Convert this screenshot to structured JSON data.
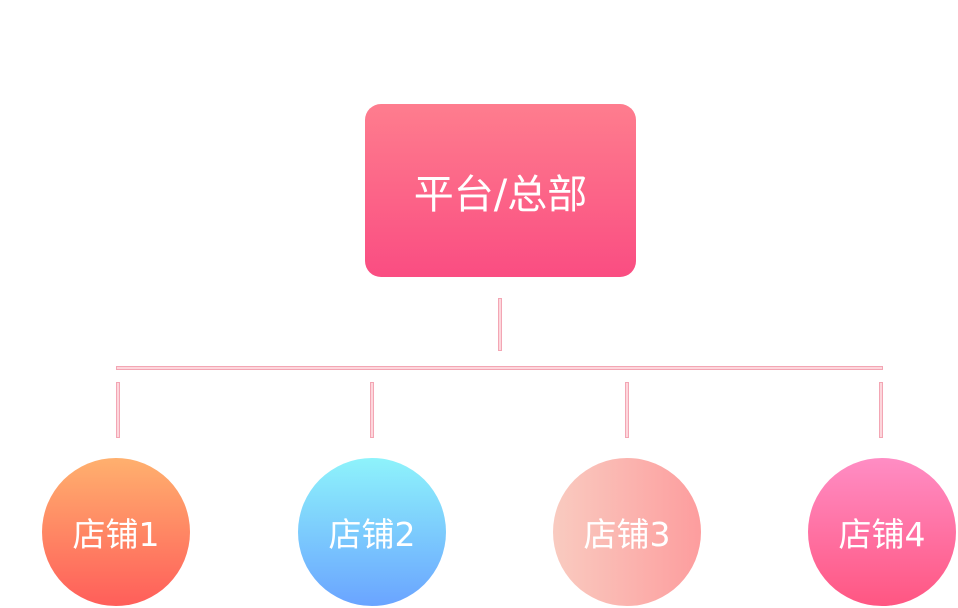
{
  "root": {
    "label": "平台/总部"
  },
  "stores": [
    {
      "label": "店铺1",
      "colors": [
        "#ffb06e",
        "#ff5e5a"
      ]
    },
    {
      "label": "店铺2",
      "colors": [
        "#8ef3fb",
        "#6aa4ff"
      ]
    },
    {
      "label": "店铺3",
      "colors": [
        "#f9cbc0",
        "#fd9d9e"
      ]
    },
    {
      "label": "店铺4",
      "colors": [
        "#ff8dc4",
        "#ff5682"
      ]
    }
  ]
}
